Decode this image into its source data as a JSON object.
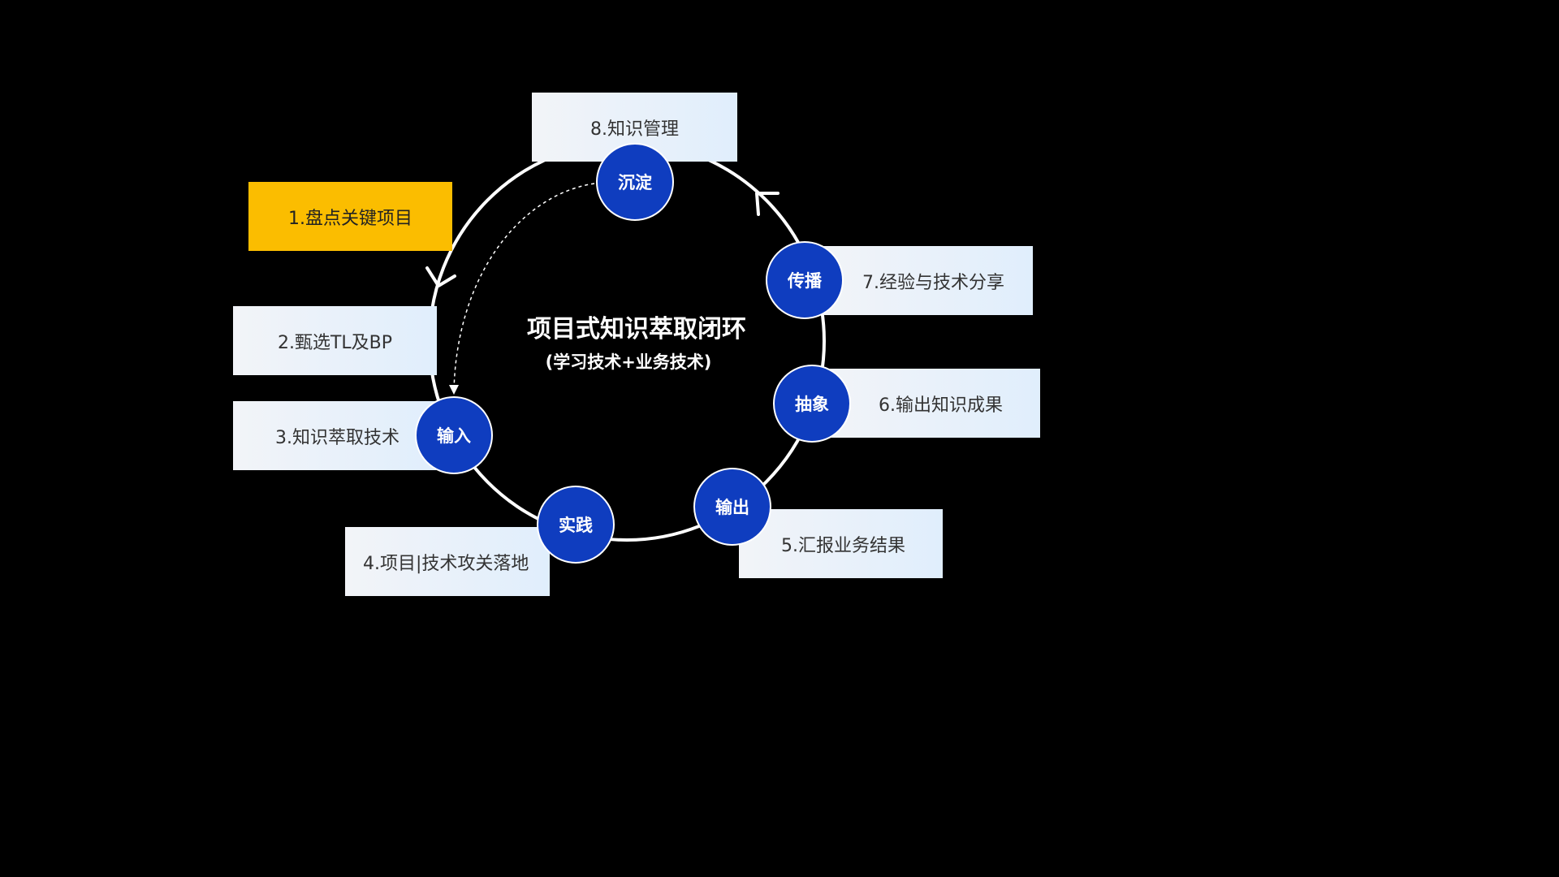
{
  "diagram": {
    "title": "项目式知识萃取闭环",
    "subtitle": "(学习技术+业务技术)",
    "colors": {
      "background": "#000000",
      "node_fill": "#0f3dbf",
      "ring": "#ffffff",
      "highlight_box": "#fbbd00",
      "box_gradient_start": "#f2f4f8",
      "box_gradient_end": "#e0eefc"
    },
    "steps": [
      {
        "label": "1.盘点关键项目",
        "highlighted": true
      },
      {
        "label": "2.甄选TL及BP"
      },
      {
        "label": "3.知识萃取技术"
      },
      {
        "label": "4.项目|技术攻关落地"
      },
      {
        "label": "5.汇报业务结果"
      },
      {
        "label": "6.输出知识成果"
      },
      {
        "label": "7.经验与技术分享"
      },
      {
        "label": "8.知识管理"
      }
    ],
    "nodes": [
      {
        "label": "沉淀"
      },
      {
        "label": "传播"
      },
      {
        "label": "抽象"
      },
      {
        "label": "输出"
      },
      {
        "label": "实践"
      },
      {
        "label": "输入"
      }
    ]
  }
}
